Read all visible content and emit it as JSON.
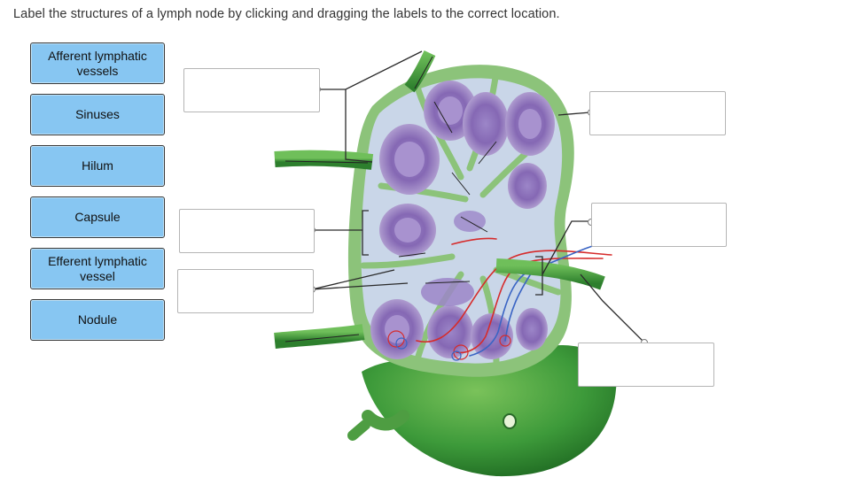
{
  "instruction": "Label the structures of a lymph node by clicking and dragging the labels to the correct location.",
  "labels": [
    {
      "text": "Afferent lymphatic vessels"
    },
    {
      "text": "Sinuses"
    },
    {
      "text": "Hilum"
    },
    {
      "text": "Capsule"
    },
    {
      "text": "Efferent lymphatic vessel"
    },
    {
      "text": "Nodule"
    }
  ],
  "drop_targets": [
    {
      "value": ""
    },
    {
      "value": ""
    },
    {
      "value": ""
    },
    {
      "value": ""
    },
    {
      "value": ""
    },
    {
      "value": ""
    }
  ],
  "colors": {
    "label_fill": "#87c6f2",
    "capsule_green": "#2f8a2f",
    "cortex_purple": "#8e6bb0",
    "artery_red": "#d62b2b",
    "vein_blue": "#3a64c4"
  }
}
